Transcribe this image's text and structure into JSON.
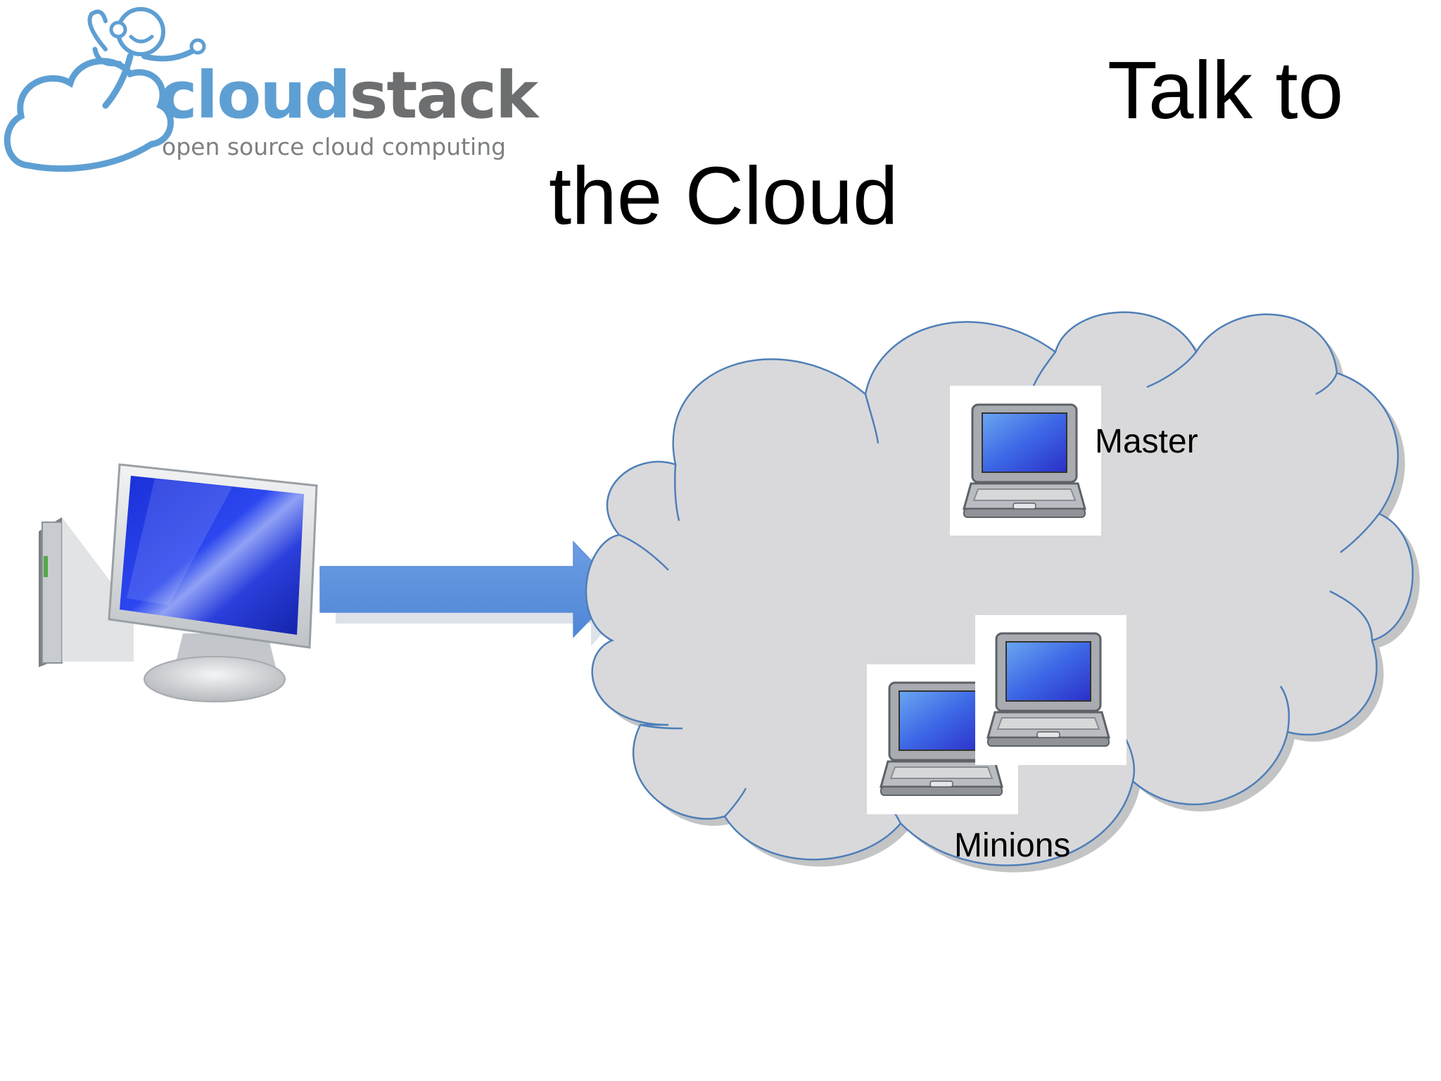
{
  "logo": {
    "word_part1": "cloud",
    "word_part2": "stack",
    "tagline": "open source cloud computing",
    "colors": {
      "blue": "#5e9fd3",
      "gray": "#6c6e70"
    }
  },
  "title": {
    "line1": "Talk to",
    "line2": "the Cloud"
  },
  "diagram": {
    "client": {
      "icon": "desktop-computer-icon"
    },
    "arrow": {
      "icon": "right-arrow-icon",
      "color": "#5a8fdc"
    },
    "cloud": {
      "fill": "#d9d9db",
      "stroke": "#4f7fb8"
    },
    "master": {
      "label": "Master",
      "icon": "laptop-icon"
    },
    "minions": {
      "label": "Minions",
      "icon": "laptop-icon"
    }
  }
}
